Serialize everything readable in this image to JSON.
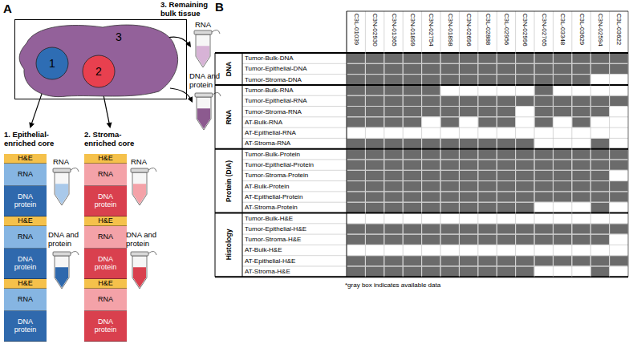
{
  "diagram": {
    "nodes": [
      {
        "text": [
          "3"
        ]
      },
      {
        "text": [
          "1"
        ],
        "in": 0
      },
      {
        "text": [
          "2"
        ],
        "in": 0
      },
      {
        "text": [
          "1. Epithelial-enriched core"
        ]
      },
      {
        "text": [
          "H&E"
        ],
        "in": 3
      },
      {
        "text": [
          "RNA"
        ],
        "in": 3
      },
      {
        "text": [
          "DNA protein"
        ],
        "in": 3
      },
      {
        "text": [
          "H&E"
        ],
        "in": 3
      },
      {
        "text": [
          "RNA"
        ],
        "in": 3
      },
      {
        "text": [
          "DNA protein"
        ],
        "in": 3
      },
      {
        "text": [
          "H&E"
        ],
        "in": 3
      },
      {
        "text": [
          "RNA"
        ],
        "in": 3
      },
      {
        "text": [
          "DNA protein"
        ],
        "in": 3
      },
      {
        "text": [
          "2. Stroma-enriched core"
        ]
      },
      {
        "text": [
          "H&E"
        ],
        "in": 13
      },
      {
        "text": [
          "RNA"
        ],
        "in": 13
      },
      {
        "text": [
          "DNA protein"
        ],
        "in": 13
      },
      {
        "text": [
          "H&E"
        ],
        "in": 13
      },
      {
        "text": [
          "RNA"
        ],
        "in": 13
      },
      {
        "text": [
          "DNA protein"
        ],
        "in": 13
      },
      {
        "text": [
          "H&E"
        ],
        "in": 13
      },
      {
        "text": [
          "RNA"
        ],
        "in": 13
      },
      {
        "text": [
          "DNA protein"
        ],
        "in": 13
      }
    ],
    "edges": [
      {
        "from": 1,
        "to": 3,
        "arrow": "to"
      },
      {
        "from": 2,
        "to": 13,
        "arrow": "to"
      }
    ],
    "labels": [
      "A",
      "3. Remaining bulk tissue",
      "RNA",
      "DNA and protein",
      "RNA",
      "DNA and protein",
      "RNA",
      "DNA and protein",
      "B",
      "C3L-01039",
      "C3N-02930",
      "C3N-01365",
      "C3N-01899",
      "C3N-02754",
      "C3N-01898",
      "C3N-02696",
      "C3L-02888",
      "C3L-02956",
      "C3N-02996",
      "C3N-02765",
      "C3L-03348",
      "C3L-03629",
      "C3N-02594",
      "C3L-03622",
      "DNA",
      "Tumor-Bulk-DNA",
      "Tumor-Epithelial-DNA",
      "Tumor-Stroma-DNA",
      "RNA",
      "Tumor-Bulk-RNA",
      "Tumor-Epithelial-RNA",
      "Tumor-Stroma-RNA",
      "AT-Bulk-RNA",
      "AT-Epithelial-RNA",
      "AT-Stroma-RNA",
      "Protein (DIA)",
      "Tumor-Bulk-Protein",
      "Tumor-Epithelial-Protein",
      "Tumor-Stroma-Protein",
      "AT-Bulk-Protein",
      "AT-Epithelial-Protein",
      "AT-Stroma-Protein",
      "Histology",
      "Tumor-Bulk-H&E",
      "Tumor-Epithelial-H&E",
      "Tumor-Stroma-H&E",
      "AT-Bulk-H&E",
      "AT-Epithelial-H&E",
      "AT-Stroma-H&E",
      "*gray box indicates available data"
    ]
  }
}
